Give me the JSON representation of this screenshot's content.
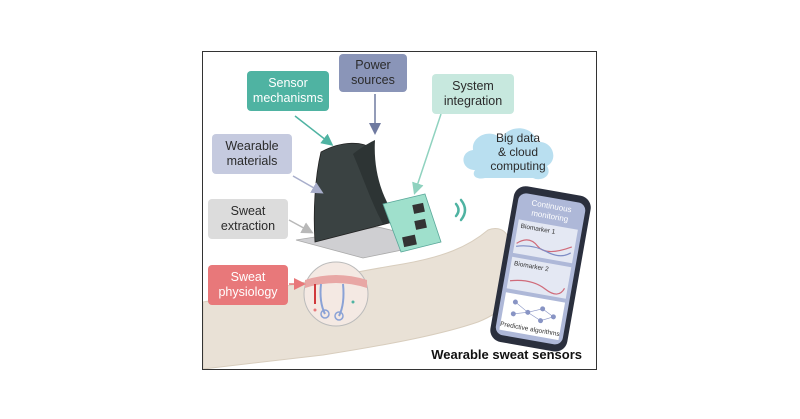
{
  "labels": {
    "power": "Power\nsources",
    "sensor": "Sensor\nmechanisms",
    "system": "System\nintegration",
    "materials": "Wearable\nmaterials",
    "extraction": "Sweat\nextraction",
    "physiology": "Sweat\nphysiology",
    "cloud": "Big data\n& cloud\ncomputing"
  },
  "phone": {
    "header": "Continuous\nmonitoring",
    "biomarker1": "Biomarker 1",
    "biomarker2": "Biomarker 2",
    "algorithms": "Predictive algorithms"
  },
  "title": "Wearable sweat sensors",
  "colors": {
    "power": "#8a95b8",
    "sensor": "#4fb3a2",
    "system": "#c7e8de",
    "materials": "#c5cadf",
    "extraction": "#dcdcdc",
    "physiology": "#e8787a",
    "cloud": "#b9dff0"
  }
}
